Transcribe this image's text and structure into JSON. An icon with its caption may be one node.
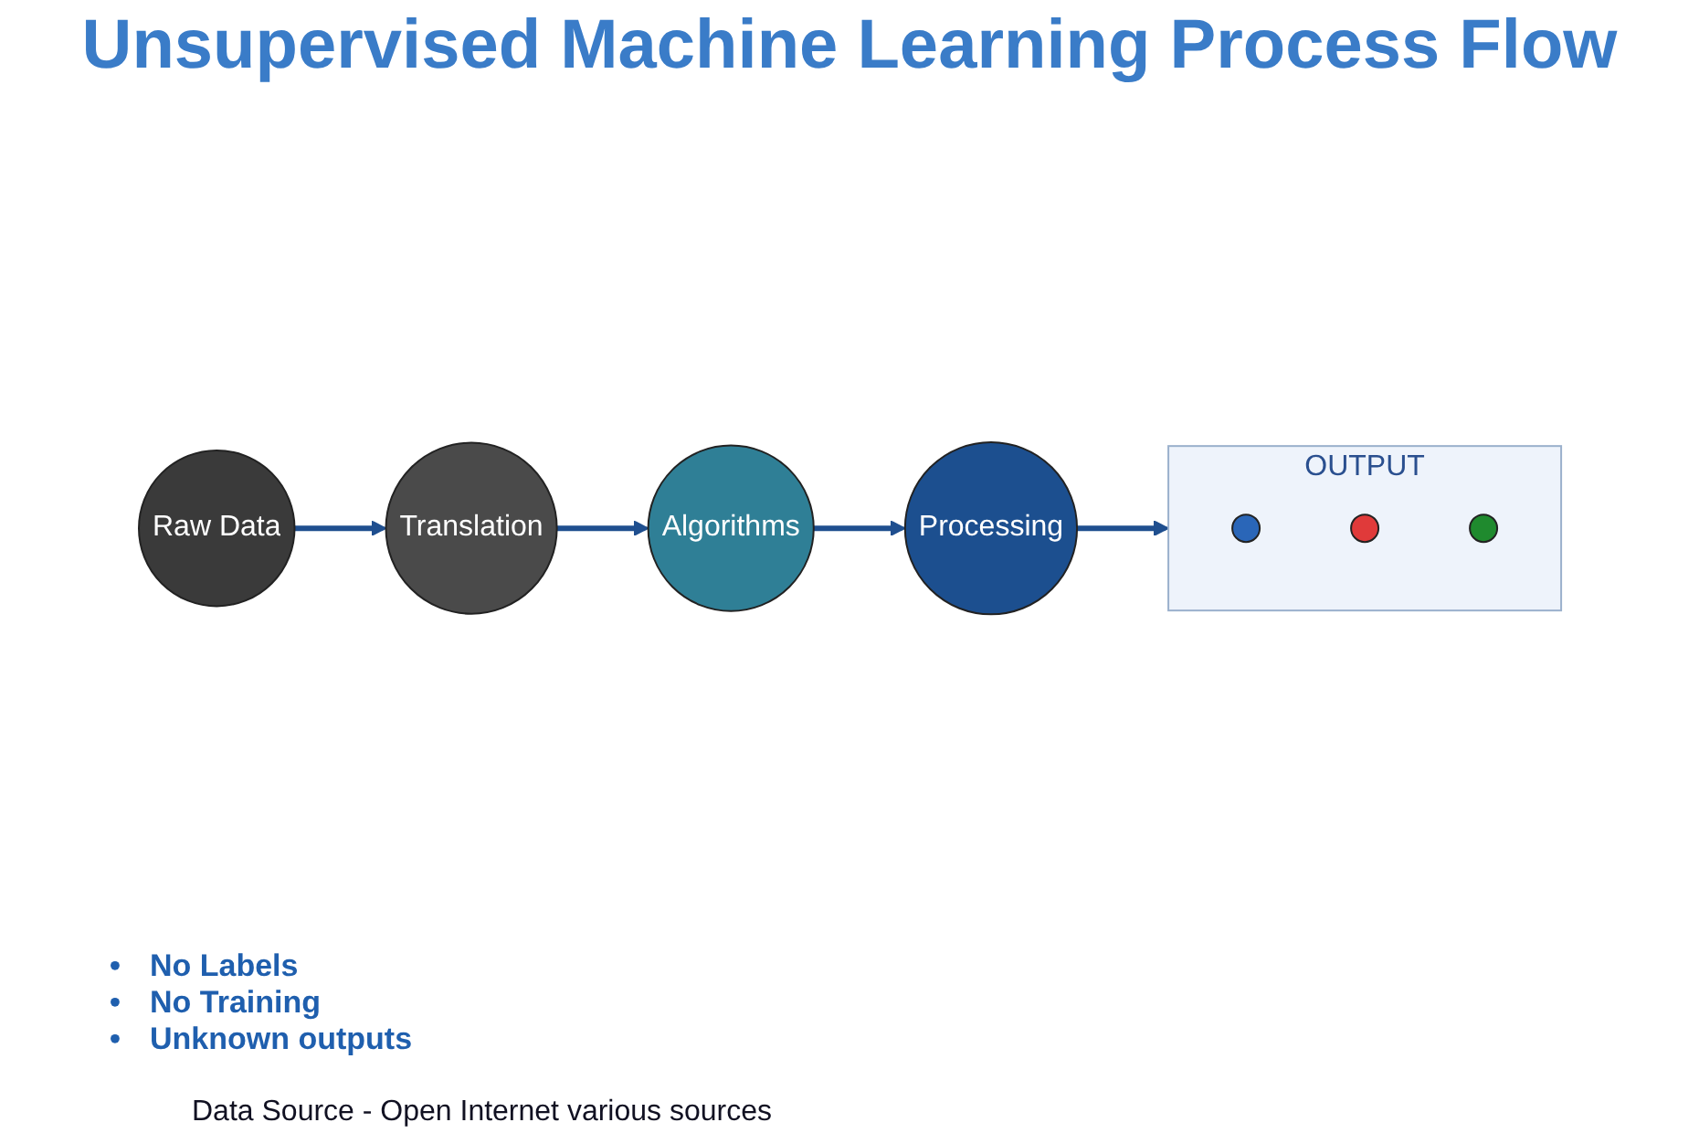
{
  "diagram": {
    "title": "Unsupervised Machine Learning Process Flow",
    "nodes": [
      {
        "text": [
          "Raw Data"
        ]
      },
      {
        "text": [
          "Translation"
        ]
      },
      {
        "text": [
          "Algorithms"
        ]
      },
      {
        "text": [
          "Processing"
        ]
      },
      {
        "text": [
          "OUTPUT"
        ]
      },
      {
        "text": [],
        "shape": "circle",
        "in": 4
      },
      {
        "text": [],
        "shape": "circle",
        "in": 4
      },
      {
        "text": [],
        "shape": "circle",
        "in": 4
      }
    ],
    "edges": [
      {
        "from": 0,
        "to": 1,
        "arrow": "to"
      },
      {
        "from": 1,
        "to": 2,
        "arrow": "to"
      },
      {
        "from": 2,
        "to": 3,
        "arrow": "to"
      },
      {
        "from": 3,
        "to": 4,
        "arrow": "to"
      }
    ],
    "labels": [
      "•",
      "No Labels",
      "•",
      "No Training",
      "•",
      "Unknown outputs",
      "Data Source -  Open Internet  various sources"
    ]
  }
}
